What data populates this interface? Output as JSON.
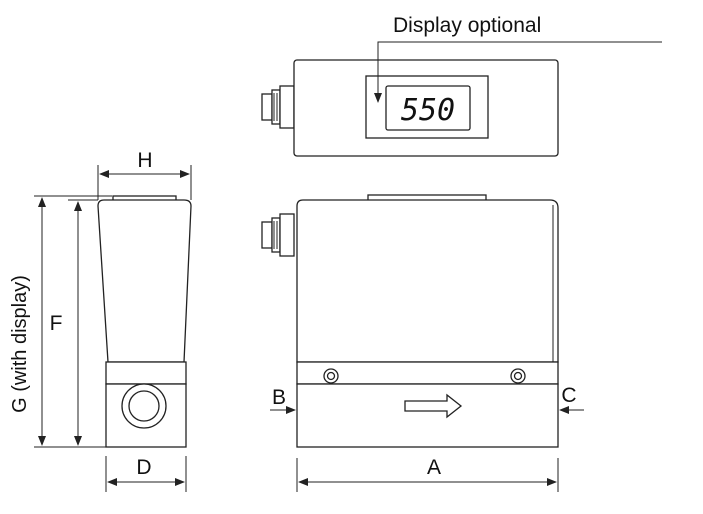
{
  "callout": {
    "display_optional": "Display optional"
  },
  "readout": {
    "display_value": "550"
  },
  "dimensions": {
    "A": "A",
    "B": "B",
    "C": "C",
    "D": "D",
    "F": "F",
    "G": "G (with display)",
    "H": "H"
  }
}
